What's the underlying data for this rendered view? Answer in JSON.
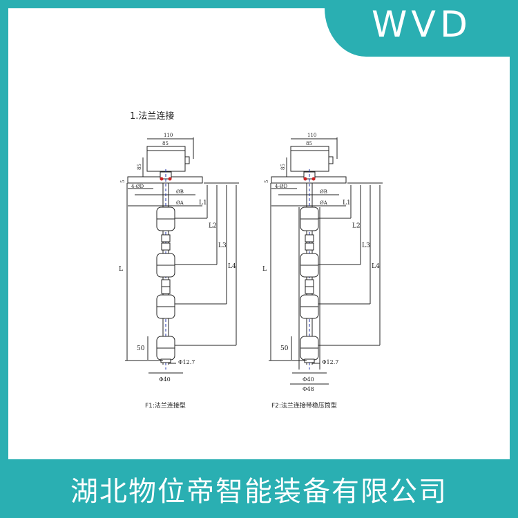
{
  "brand": {
    "logo": "WVD",
    "color": "#2aafb2"
  },
  "footer": {
    "company": "湖北物位帝智能装备有限公司"
  },
  "section_title": "1.法兰连接",
  "drawings": [
    {
      "caption": "F1:法兰连接型",
      "labels": {
        "width_total": "110",
        "width_inner": "85",
        "height": "85",
        "flange_thickness": "5",
        "holes": "4-ØD",
        "dia_b": "ØB",
        "dia_a": "ØA",
        "l1": "L1",
        "l2": "L2",
        "l3": "L3",
        "l4": "L4",
        "l": "L",
        "float_height": "50",
        "rod_dia": "Φ12.7",
        "float_dia": "Φ40"
      }
    },
    {
      "caption": "F2:法兰连接带稳压筒型",
      "labels": {
        "width_total": "110",
        "width_inner": "85",
        "height": "85",
        "flange_thickness": "5",
        "holes": "4-ØD",
        "dia_b": "ØB",
        "dia_a": "ØA",
        "l1": "L1",
        "l2": "L2",
        "l3": "L3",
        "l4": "L4",
        "l": "L",
        "float_height": "50",
        "rod_dia": "Φ12.7",
        "float_dia": "Φ40",
        "tube_dia": "Φ48"
      }
    }
  ]
}
